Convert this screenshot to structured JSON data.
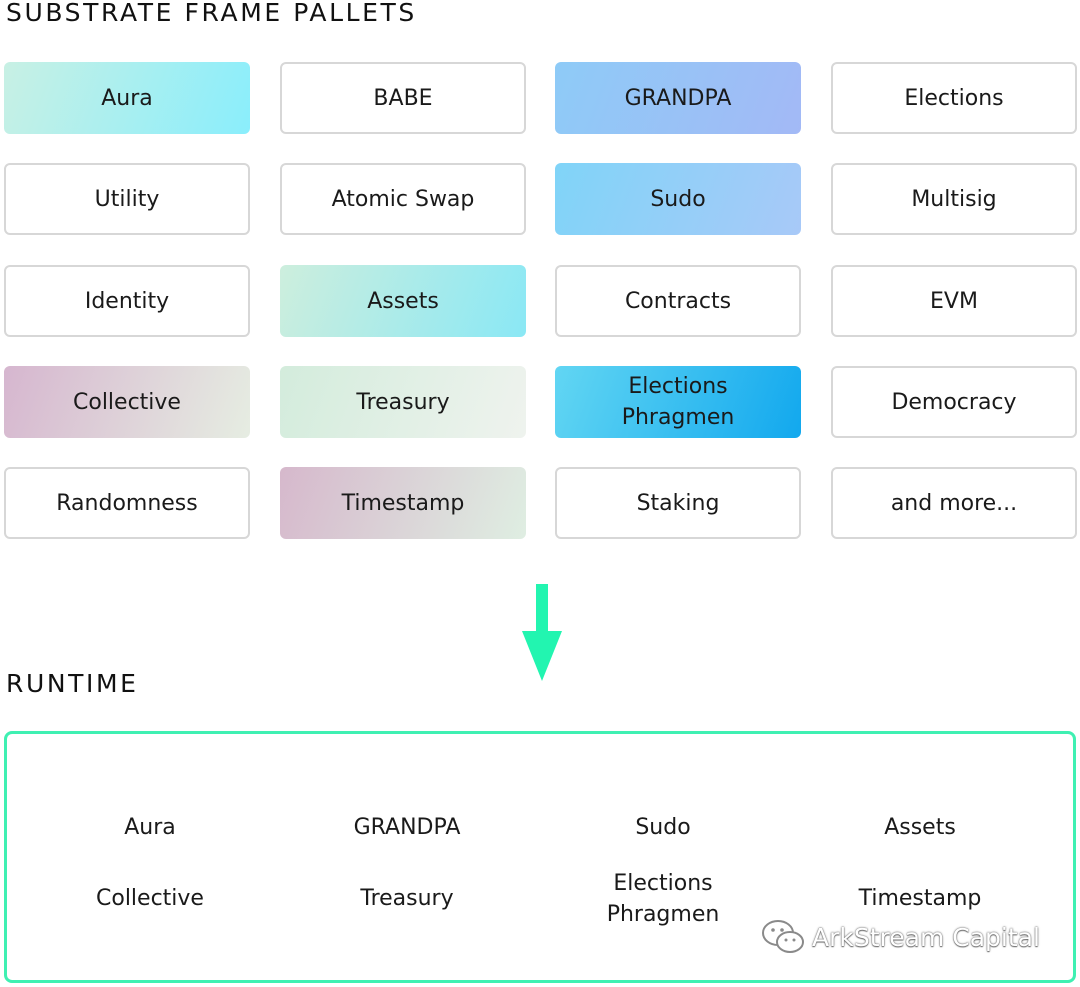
{
  "pallets_heading": "SUBSTRATE FRAME PALLETS",
  "runtime_heading": "RUNTIME",
  "pallets": [
    {
      "lines": [
        "Aura"
      ],
      "fill": [
        "#c8f0e4",
        "#8aeefc"
      ]
    },
    {
      "lines": [
        "BABE"
      ]
    },
    {
      "lines": [
        "GRANDPA"
      ],
      "fill": [
        "#8ecbf7",
        "#a3b9f6"
      ]
    },
    {
      "lines": [
        "Elections"
      ]
    },
    {
      "lines": [
        "Utility"
      ]
    },
    {
      "lines": [
        "Atomic Swap"
      ]
    },
    {
      "lines": [
        "Sudo"
      ],
      "fill": [
        "#80d4f8",
        "#a8c9f8"
      ]
    },
    {
      "lines": [
        "Multisig"
      ]
    },
    {
      "lines": [
        "Identity"
      ]
    },
    {
      "lines": [
        "Assets"
      ],
      "fill": [
        "#cdeedd",
        "#8ae8f5"
      ]
    },
    {
      "lines": [
        "Contracts"
      ]
    },
    {
      "lines": [
        "EVM"
      ]
    },
    {
      "lines": [
        "Collective"
      ],
      "fill": [
        "#d6b6cf",
        "#e6ede2"
      ]
    },
    {
      "lines": [
        "Treasury"
      ],
      "fill": [
        "#d3ecdc",
        "#eff3ee"
      ]
    },
    {
      "lines": [
        "Elections",
        "Phragmen"
      ],
      "fill": [
        "#62d6f3",
        "#12a8ee"
      ]
    },
    {
      "lines": [
        "Democracy"
      ]
    },
    {
      "lines": [
        "Randomness"
      ]
    },
    {
      "lines": [
        "Timestamp"
      ],
      "fill": [
        "#d6b8cc",
        "#dfeee2"
      ]
    },
    {
      "lines": [
        "Staking"
      ]
    },
    {
      "lines": [
        "and more..."
      ]
    }
  ],
  "runtime": [
    {
      "lines": [
        "Aura"
      ]
    },
    {
      "lines": [
        "GRANDPA"
      ]
    },
    {
      "lines": [
        "Sudo"
      ]
    },
    {
      "lines": [
        "Assets"
      ]
    },
    {
      "lines": [
        "Collective"
      ]
    },
    {
      "lines": [
        "Treasury"
      ]
    },
    {
      "lines": [
        "Elections",
        "Phragmen"
      ]
    },
    {
      "lines": [
        "Timestamp"
      ]
    }
  ],
  "watermark": "ArkStream Capital",
  "arrow_color": "#22f5b0"
}
